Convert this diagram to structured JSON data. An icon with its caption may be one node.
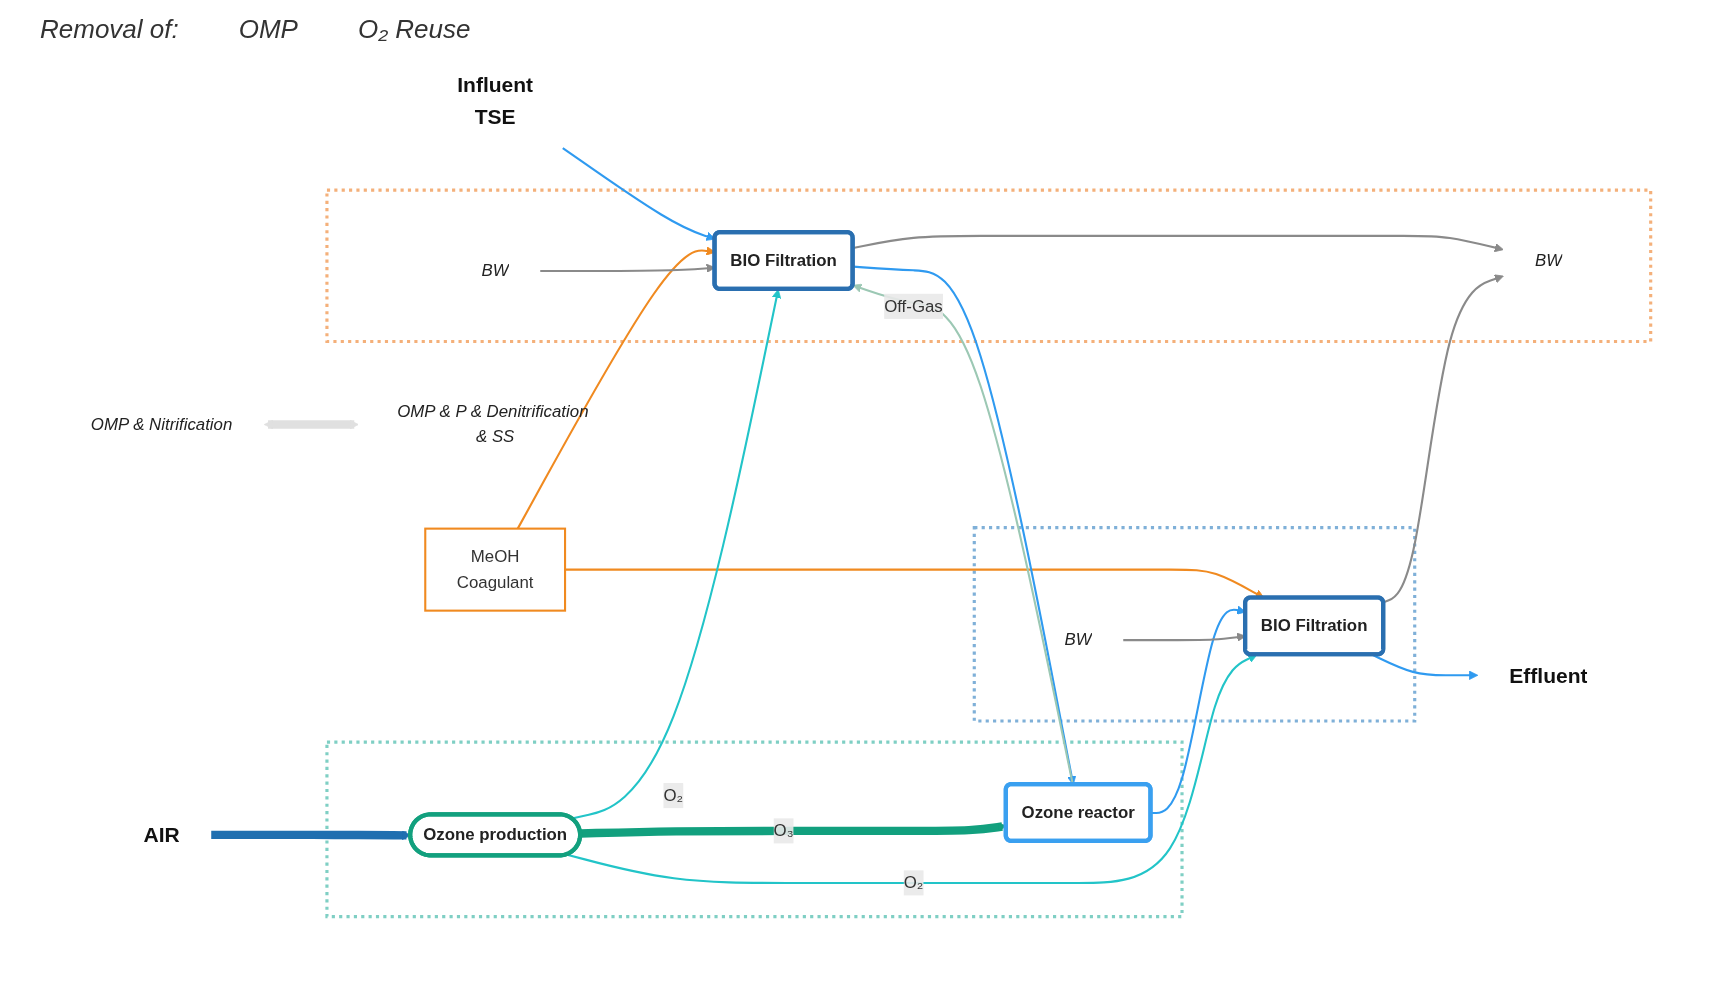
{
  "diagram": {
    "nodes": [
      {
        "text": [
          "OMP & Nitrification"
        ]
      },
      {
        "text": [
          "OMP & P & Denitrification & SS"
        ]
      },
      {
        "text": [],
        "shape": "box"
      },
      {
        "text": [],
        "shape": "box"
      },
      {
        "text": [],
        "shape": "box"
      },
      {
        "text": [
          "Influent",
          "TSE"
        ]
      },
      {
        "text": [
          "BIO Filtration"
        ],
        "in": 2
      },
      {
        "text": [
          "BW"
        ],
        "in": 2
      },
      {
        "text": [
          "BW"
        ],
        "in": 2
      },
      {
        "text": [
          "Ozone reactor"
        ],
        "in": 3
      },
      {
        "text": [
          "Ozone production"
        ],
        "in": 3
      },
      {
        "text": [
          "AIR"
        ]
      },
      {
        "text": [
          "BIO Filtration"
        ],
        "in": 4
      },
      {
        "text": [
          "BW"
        ],
        "in": 4
      },
      {
        "text": [
          "Effluent"
        ]
      },
      {
        "text": [
          "MeOH",
          "Coagulant"
        ]
      }
    ],
    "edges": [
      {
        "from": 0,
        "to": 1,
        "arrow": "both",
        "style": "thick",
        "color": "#e0e0e0"
      },
      {
        "from": 5,
        "to": 6,
        "arrow": "to",
        "color": "#2f9af0"
      },
      {
        "from": 15,
        "to": 6,
        "arrow": "to",
        "color": "#f08a20"
      },
      {
        "from": 15,
        "to": 12,
        "arrow": "to",
        "color": "#f08a20"
      },
      {
        "from": 6,
        "to": 9,
        "arrow": "to",
        "color": "#2f9af0"
      },
      {
        "from": 9,
        "to": 12,
        "arrow": "to",
        "color": "#2f9af0"
      },
      {
        "from": 12,
        "to": 14,
        "arrow": "to",
        "color": "#2f9af0"
      },
      {
        "from": 6,
        "to": 7,
        "arrow": "to",
        "color": "#8a8a8a"
      },
      {
        "from": 12,
        "to": 7,
        "arrow": "to",
        "color": "#8a8a8a"
      },
      {
        "from": 8,
        "to": 6,
        "arrow": "to",
        "color": "#8a8a8a"
      },
      {
        "from": 13,
        "to": 12,
        "arrow": "to",
        "color": "#8a8a8a"
      },
      {
        "from": 9,
        "to": 6,
        "label": "Off-Gas",
        "arrow": "to",
        "color": "#9cc8b4"
      },
      {
        "from": 10,
        "to": 9,
        "label": "O₃",
        "arrow": "to",
        "style": "thick",
        "color": "#12a07e"
      },
      {
        "from": 11,
        "to": 10,
        "arrow": "to",
        "style": "thick",
        "color": "#1f6fb0"
      },
      {
        "from": 10,
        "to": 6,
        "label": "O₂",
        "arrow": "to",
        "color": "#22c4c8"
      },
      {
        "from": 10,
        "to": 12,
        "label": "O₂",
        "arrow": "to",
        "color": "#22c4c8"
      }
    ],
    "labels": [
      "Removal of:",
      "OMP",
      "O₂ Reuse"
    ]
  }
}
